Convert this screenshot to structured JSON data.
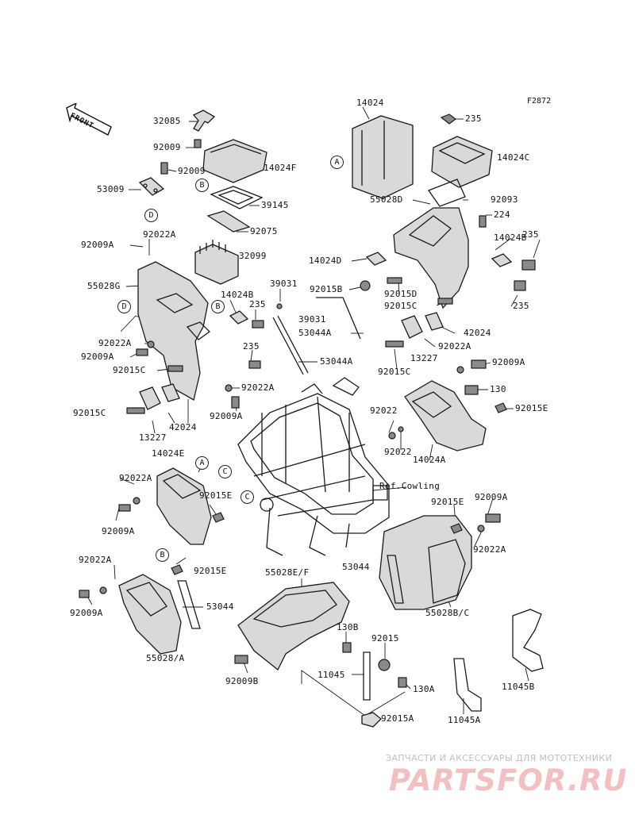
{
  "diagram": {
    "figure_code": "F2872",
    "front_label": "FRONT",
    "reference_note": "Ref.Cowling",
    "parts": [
      "32085",
      "92009",
      "14024F",
      "92009",
      "53009",
      "39145",
      "92075",
      "32099",
      "92009A",
      "92022A",
      "55028G",
      "14024B",
      "235",
      "39031",
      "235",
      "92022A",
      "92009A",
      "92015C",
      "92022A",
      "92009A",
      "92015C",
      "42024",
      "13227",
      "14024",
      "235",
      "14024C",
      "55028D",
      "92093",
      "224",
      "14024B",
      "235",
      "14024D",
      "92015B",
      "92015D",
      "92015C",
      "235",
      "39031",
      "53044A",
      "42024",
      "53044A",
      "13227",
      "92015C",
      "92022A",
      "92009A",
      "130",
      "92022",
      "92015E",
      "92022",
      "14024A",
      "14024E",
      "92022A",
      "92015E",
      "92009A",
      "92015E",
      "92009A",
      "92022A",
      "92022A",
      "92015E",
      "53044",
      "92009A",
      "55028/A",
      "53044",
      "55028E/F",
      "55028B/C",
      "130B",
      "92015",
      "11045",
      "130A",
      "92009B",
      "92015A",
      "11045A",
      "11045B"
    ],
    "callouts": [
      "A",
      "B",
      "C",
      "D"
    ]
  },
  "watermark": {
    "subtitle": "ЗАПЧАСТИ И АКСЕССУАРЫ ДЛЯ МОТОТЕХНИКИ",
    "brand": "PARTSFOR.RU",
    "color": "#f2c0c0"
  }
}
